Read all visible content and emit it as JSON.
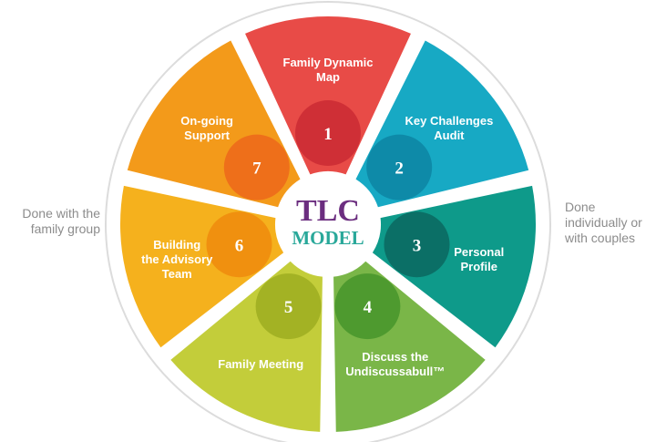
{
  "title": {
    "line1": "TLC",
    "line2": "MODEL"
  },
  "notes": {
    "left": [
      "Done with the",
      "family group"
    ],
    "right": [
      "Done",
      "individually or",
      "with couples"
    ]
  },
  "segments": [
    {
      "number": "1",
      "label": [
        "Family Dynamic",
        "Map"
      ],
      "color": "#e84b47",
      "bubble": "#cf2f36"
    },
    {
      "number": "2",
      "label": [
        "Key Challenges",
        "Audit"
      ],
      "color": "#17a9c4",
      "bubble": "#0e8aa8"
    },
    {
      "number": "3",
      "label": [
        "Personal",
        "Profile"
      ],
      "color": "#0e9a8a",
      "bubble": "#0b6f66"
    },
    {
      "number": "4",
      "label": [
        "Discuss the",
        "Undiscussabull™"
      ],
      "color": "#7ab648",
      "bubble": "#4e9a2f"
    },
    {
      "number": "5",
      "label": [
        "Family Meeting"
      ],
      "color": "#c3cd3a",
      "bubble": "#a3b224"
    },
    {
      "number": "6",
      "label": [
        "Building",
        "the Advisory",
        "Team"
      ],
      "color": "#f5b11d",
      "bubble": "#f0900f"
    },
    {
      "number": "7",
      "label": [
        "On-going",
        "Support"
      ],
      "color": "#f39a1a",
      "bubble": "#ee6f1a"
    }
  ]
}
